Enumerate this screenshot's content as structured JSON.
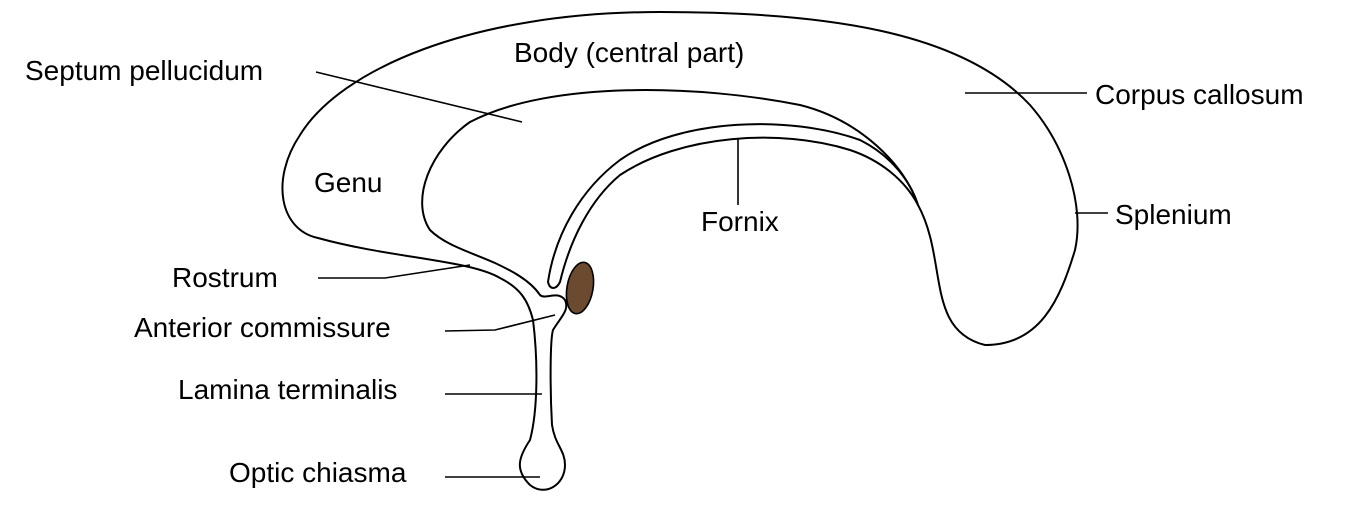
{
  "labels": {
    "body": "Body (central part)",
    "septum": "Septum pellucidum",
    "corpus": "Corpus callosum",
    "genu": "Genu",
    "fornix": "Fornix",
    "splenium": "Splenium",
    "rostrum": "Rostrum",
    "anterior": "Anterior commissure",
    "lamina": "Lamina terminalis",
    "optic": "Optic chiasma"
  },
  "colors": {
    "outline": "#000000",
    "anterior_commissure_fill": "#6b4a2f",
    "background": "#ffffff"
  }
}
